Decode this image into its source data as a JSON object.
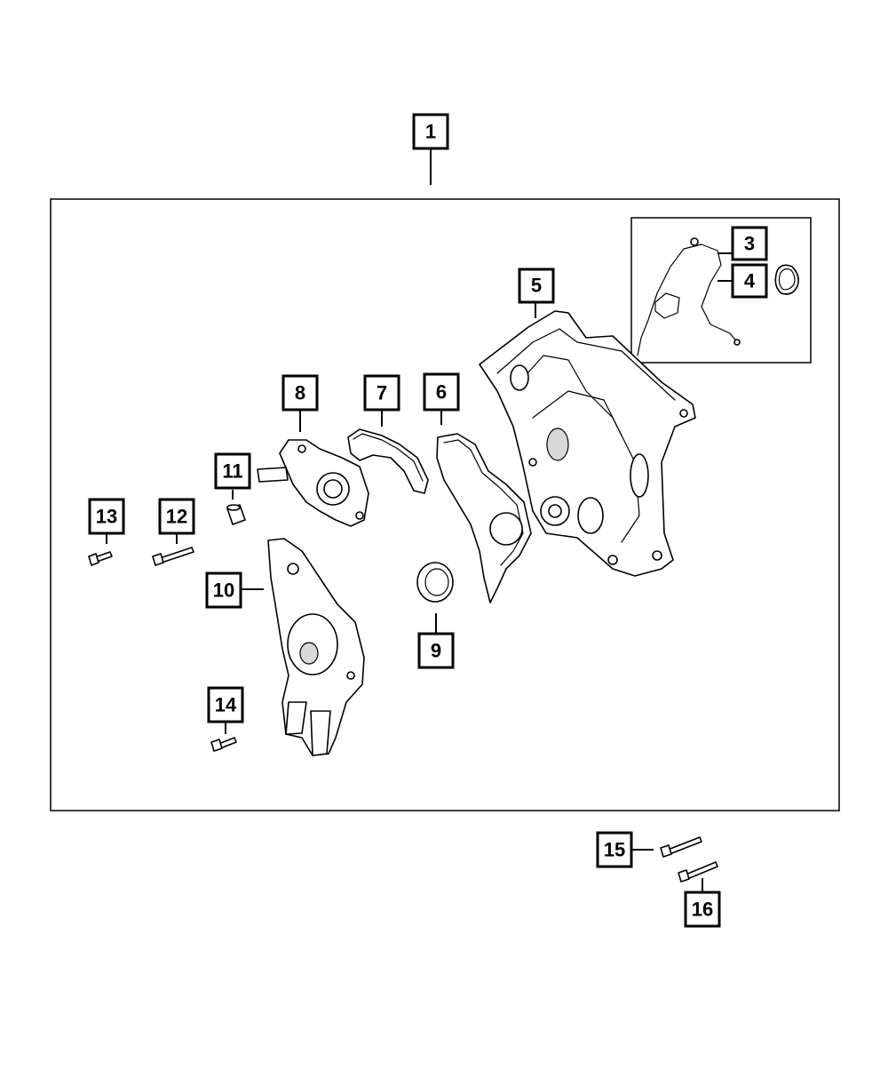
{
  "callouts": [
    {
      "id": "callout-1",
      "label": "1"
    },
    {
      "id": "callout-3",
      "label": "3"
    },
    {
      "id": "callout-4",
      "label": "4"
    },
    {
      "id": "callout-5",
      "label": "5"
    },
    {
      "id": "callout-6",
      "label": "6"
    },
    {
      "id": "callout-7",
      "label": "7"
    },
    {
      "id": "callout-8",
      "label": "8"
    },
    {
      "id": "callout-9",
      "label": "9"
    },
    {
      "id": "callout-10",
      "label": "10"
    },
    {
      "id": "callout-11",
      "label": "11"
    },
    {
      "id": "callout-12",
      "label": "12"
    },
    {
      "id": "callout-13",
      "label": "13"
    },
    {
      "id": "callout-14",
      "label": "14"
    },
    {
      "id": "callout-15",
      "label": "15"
    },
    {
      "id": "callout-16",
      "label": "16"
    }
  ],
  "colors": {
    "line": "#000000",
    "background": "#ffffff",
    "shade": "#d8d8d8"
  }
}
